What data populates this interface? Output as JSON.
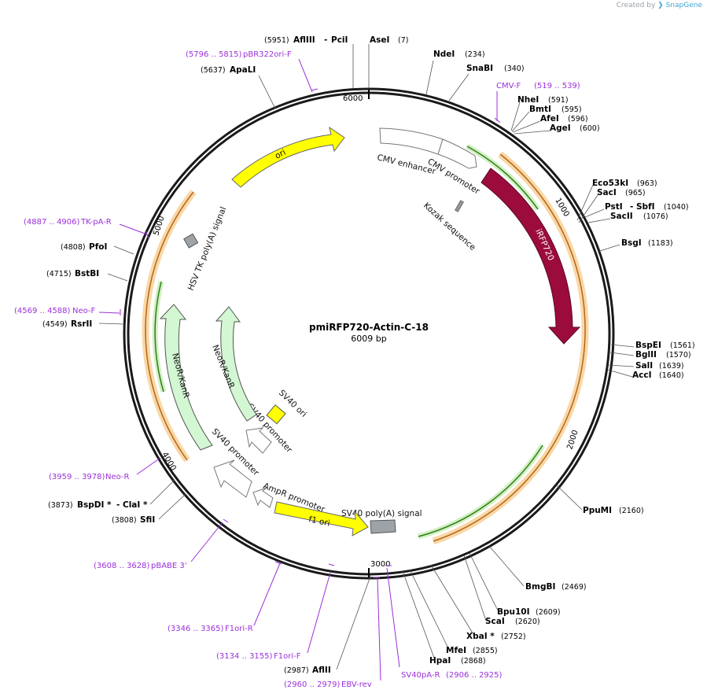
{
  "watermark": {
    "prefix": "Created by",
    "brand": "SnapGene"
  },
  "plasmid": {
    "name": "pmiRFP720-Actin-C-18",
    "size_label": "6009 bp"
  },
  "ticks": [
    "1000",
    "2000",
    "3000",
    "4000",
    "5000",
    "6000"
  ],
  "features": {
    "cmv_enhancer": "CMV enhancer",
    "cmv_promoter": "CMV promoter",
    "kozak": "Kozak sequence",
    "irfp720": "iRFP720",
    "sv40_polya": "SV40 poly(A) signal",
    "f1_ori": "f1 ori",
    "ampr_promoter": "AmpR promoter",
    "sv40_promoter_outer": "SV40 promoter",
    "sv40_promoter_inner": "SV40 promoter",
    "neor_outer": "NeoR/KanR",
    "neor_inner": "NeoR/KanR",
    "sv40_ori": "SV40 ori",
    "hsv_tk": "HSV TK poly(A) signal",
    "ori": "ori"
  },
  "enzymes": [
    {
      "name": "AflIII",
      "pos": "(5951)"
    },
    {
      "name": "PciI",
      "pos": ""
    },
    {
      "name": "AseI",
      "pos": "(7)"
    },
    {
      "name": "NdeI",
      "pos": "(234)"
    },
    {
      "name": "SnaBI",
      "pos": "(340)"
    },
    {
      "name": "NheI",
      "pos": "(591)"
    },
    {
      "name": "BmtI",
      "pos": "(595)"
    },
    {
      "name": "AfeI",
      "pos": "(596)"
    },
    {
      "name": "AgeI",
      "pos": "(600)"
    },
    {
      "name": "Eco53kI",
      "pos": "(963)"
    },
    {
      "name": "SacI",
      "pos": "(965)"
    },
    {
      "name": "PstI",
      "pos": ""
    },
    {
      "name": "SbfI",
      "pos": "(1040)"
    },
    {
      "name": "SacII",
      "pos": "(1076)"
    },
    {
      "name": "BsgI",
      "pos": "(1183)"
    },
    {
      "name": "BspEI",
      "pos": "(1561)"
    },
    {
      "name": "BglII",
      "pos": "(1570)"
    },
    {
      "name": "SalI",
      "pos": "(1639)"
    },
    {
      "name": "AccI",
      "pos": "(1640)"
    },
    {
      "name": "PpuMI",
      "pos": "(2160)"
    },
    {
      "name": "BmgBI",
      "pos": "(2469)"
    },
    {
      "name": "Bpu10I",
      "pos": "(2609)"
    },
    {
      "name": "ScaI",
      "pos": "(2620)"
    },
    {
      "name": "XbaI *",
      "pos": "(2752)"
    },
    {
      "name": "MfeI",
      "pos": "(2855)"
    },
    {
      "name": "HpaI",
      "pos": "(2868)"
    },
    {
      "name": "AflII",
      "pos": "(2987)"
    },
    {
      "name": "SfiI",
      "pos": "(3808)"
    },
    {
      "name": "BspDI *",
      "pos": "(3873)"
    },
    {
      "name": "ClaI *",
      "pos": ""
    },
    {
      "name": "RsrII",
      "pos": "(4549)"
    },
    {
      "name": "BstBI",
      "pos": "(4715)"
    },
    {
      "name": "PfoI",
      "pos": "(4808)"
    },
    {
      "name": "ApaLI",
      "pos": "(5637)"
    }
  ],
  "primers": [
    {
      "name": "pBR322ori-F",
      "range": "(5796 .. 5815)"
    },
    {
      "name": "CMV-F",
      "range": "(519 .. 539)"
    },
    {
      "name": "TK-pA-R",
      "range": "(4887 .. 4906)"
    },
    {
      "name": "Neo-F",
      "range": "(4569 .. 4588)"
    },
    {
      "name": "Neo-R",
      "range": "(3959 .. 3978)"
    },
    {
      "name": "pBABE 3'",
      "range": "(3608 .. 3628)"
    },
    {
      "name": "F1ori-R",
      "range": "(3346 .. 3365)"
    },
    {
      "name": "F1ori-F",
      "range": "(3134 .. 3155)"
    },
    {
      "name": "EBV-rev",
      "range": "(2960 .. 2979)"
    },
    {
      "name": "SV40pA-R",
      "range": "(2906 .. 2925)"
    }
  ]
}
